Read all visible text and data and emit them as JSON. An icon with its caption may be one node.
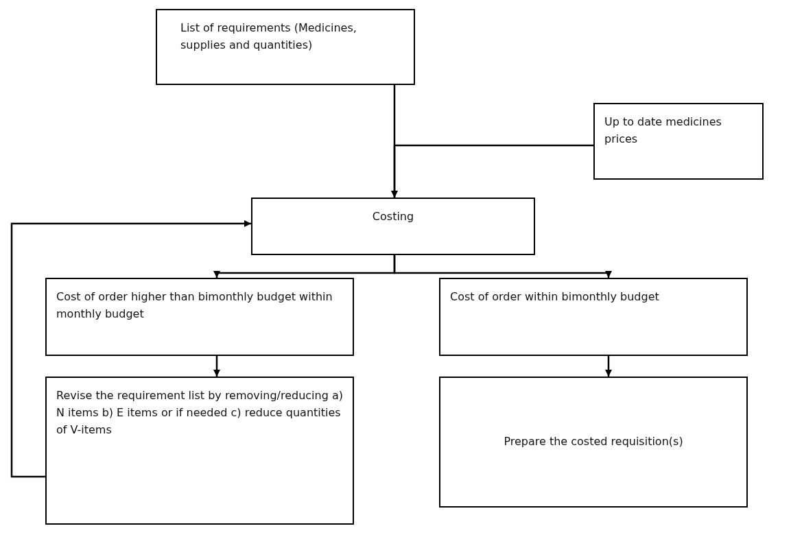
{
  "diagram": {
    "nodes": [
      {
        "text": [
          "List of requirements (Medicines, supplies and quantities)"
        ]
      },
      {
        "text": [
          "Up to date medicines prices"
        ]
      },
      {
        "text": [
          "Costing"
        ]
      },
      {
        "text": [
          "Cost of order higher than bimonthly budget within monthly budget"
        ]
      },
      {
        "text": [
          "Cost of order within bimonthly budget"
        ]
      },
      {
        "text": [
          "Revise the requirement list by removing/reducing a) N items b) E items or if needed c) reduce quantities of V-items"
        ]
      },
      {
        "text": [
          "Prepare the costed requisition(s)"
        ]
      }
    ],
    "edges": [
      {
        "from": 0,
        "to": 2,
        "arrow": "to"
      },
      {
        "from": 1,
        "to": 2,
        "arrow": "to"
      },
      {
        "from": 2,
        "to": 3,
        "arrow": "to"
      },
      {
        "from": 2,
        "to": 4,
        "arrow": "to"
      },
      {
        "from": 3,
        "to": 5,
        "arrow": "to"
      },
      {
        "from": 4,
        "to": 6,
        "arrow": "to"
      },
      {
        "from": 5,
        "to": 2,
        "arrow": "to"
      }
    ]
  }
}
